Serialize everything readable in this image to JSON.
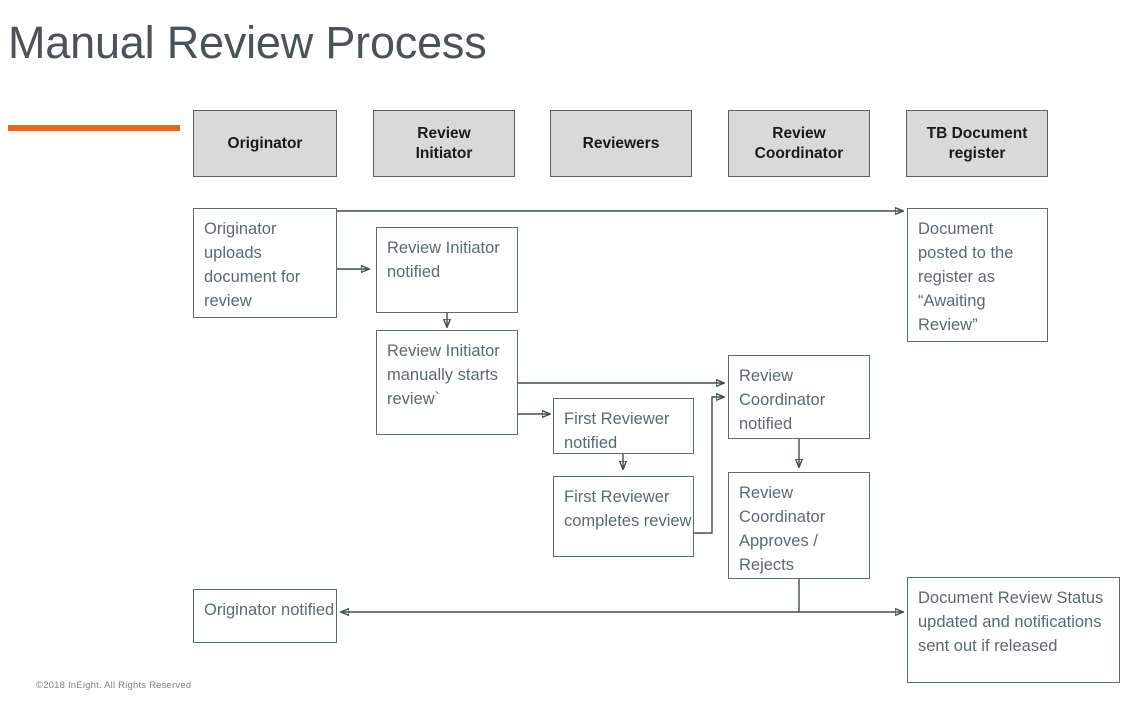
{
  "page": {
    "title": "Manual Review Process",
    "accent_color": "#E2691F",
    "title_color": "#4A5456",
    "footer": "©2018 InEight. All Rights Reserved"
  },
  "lanes": [
    {
      "label": "Originator"
    },
    {
      "label": "Review\nInitiator"
    },
    {
      "label": "Reviewers"
    },
    {
      "label": "Review\nCoordinator"
    },
    {
      "label": "TB Document\nregister"
    }
  ],
  "nodes": [
    {
      "id": "originator-uploads",
      "text": "Originator uploads document for review"
    },
    {
      "id": "initiator-notified",
      "text": "Review Initiator notified"
    },
    {
      "id": "initiator-starts",
      "text": "Review Initiator manually starts review`"
    },
    {
      "id": "first-reviewer-notified",
      "text": "First Reviewer notified"
    },
    {
      "id": "first-reviewer-completes",
      "text": "First Reviewer completes review"
    },
    {
      "id": "coordinator-notified",
      "text": "Review Coordinator notified"
    },
    {
      "id": "coordinator-approves",
      "text": "Review Coordinator Approves / Rejects"
    },
    {
      "id": "document-posted",
      "text": "Document posted to the register as “Awaiting Review”"
    },
    {
      "id": "originator-notified",
      "text": "Originator notified"
    },
    {
      "id": "status-updated",
      "text": "Document Review Status updated and notifications sent out if released"
    }
  ],
  "flows": [
    {
      "from": "originator-uploads",
      "to": "initiator-notified"
    },
    {
      "from": "originator-uploads",
      "to": "document-posted"
    },
    {
      "from": "initiator-notified",
      "to": "initiator-starts"
    },
    {
      "from": "initiator-starts",
      "to": "first-reviewer-notified"
    },
    {
      "from": "initiator-starts",
      "to": "coordinator-notified"
    },
    {
      "from": "first-reviewer-notified",
      "to": "first-reviewer-completes"
    },
    {
      "from": "first-reviewer-completes",
      "to": "coordinator-notified"
    },
    {
      "from": "coordinator-notified",
      "to": "coordinator-approves"
    },
    {
      "from": "coordinator-approves",
      "to": "originator-notified"
    },
    {
      "from": "coordinator-approves",
      "to": "status-updated"
    }
  ]
}
